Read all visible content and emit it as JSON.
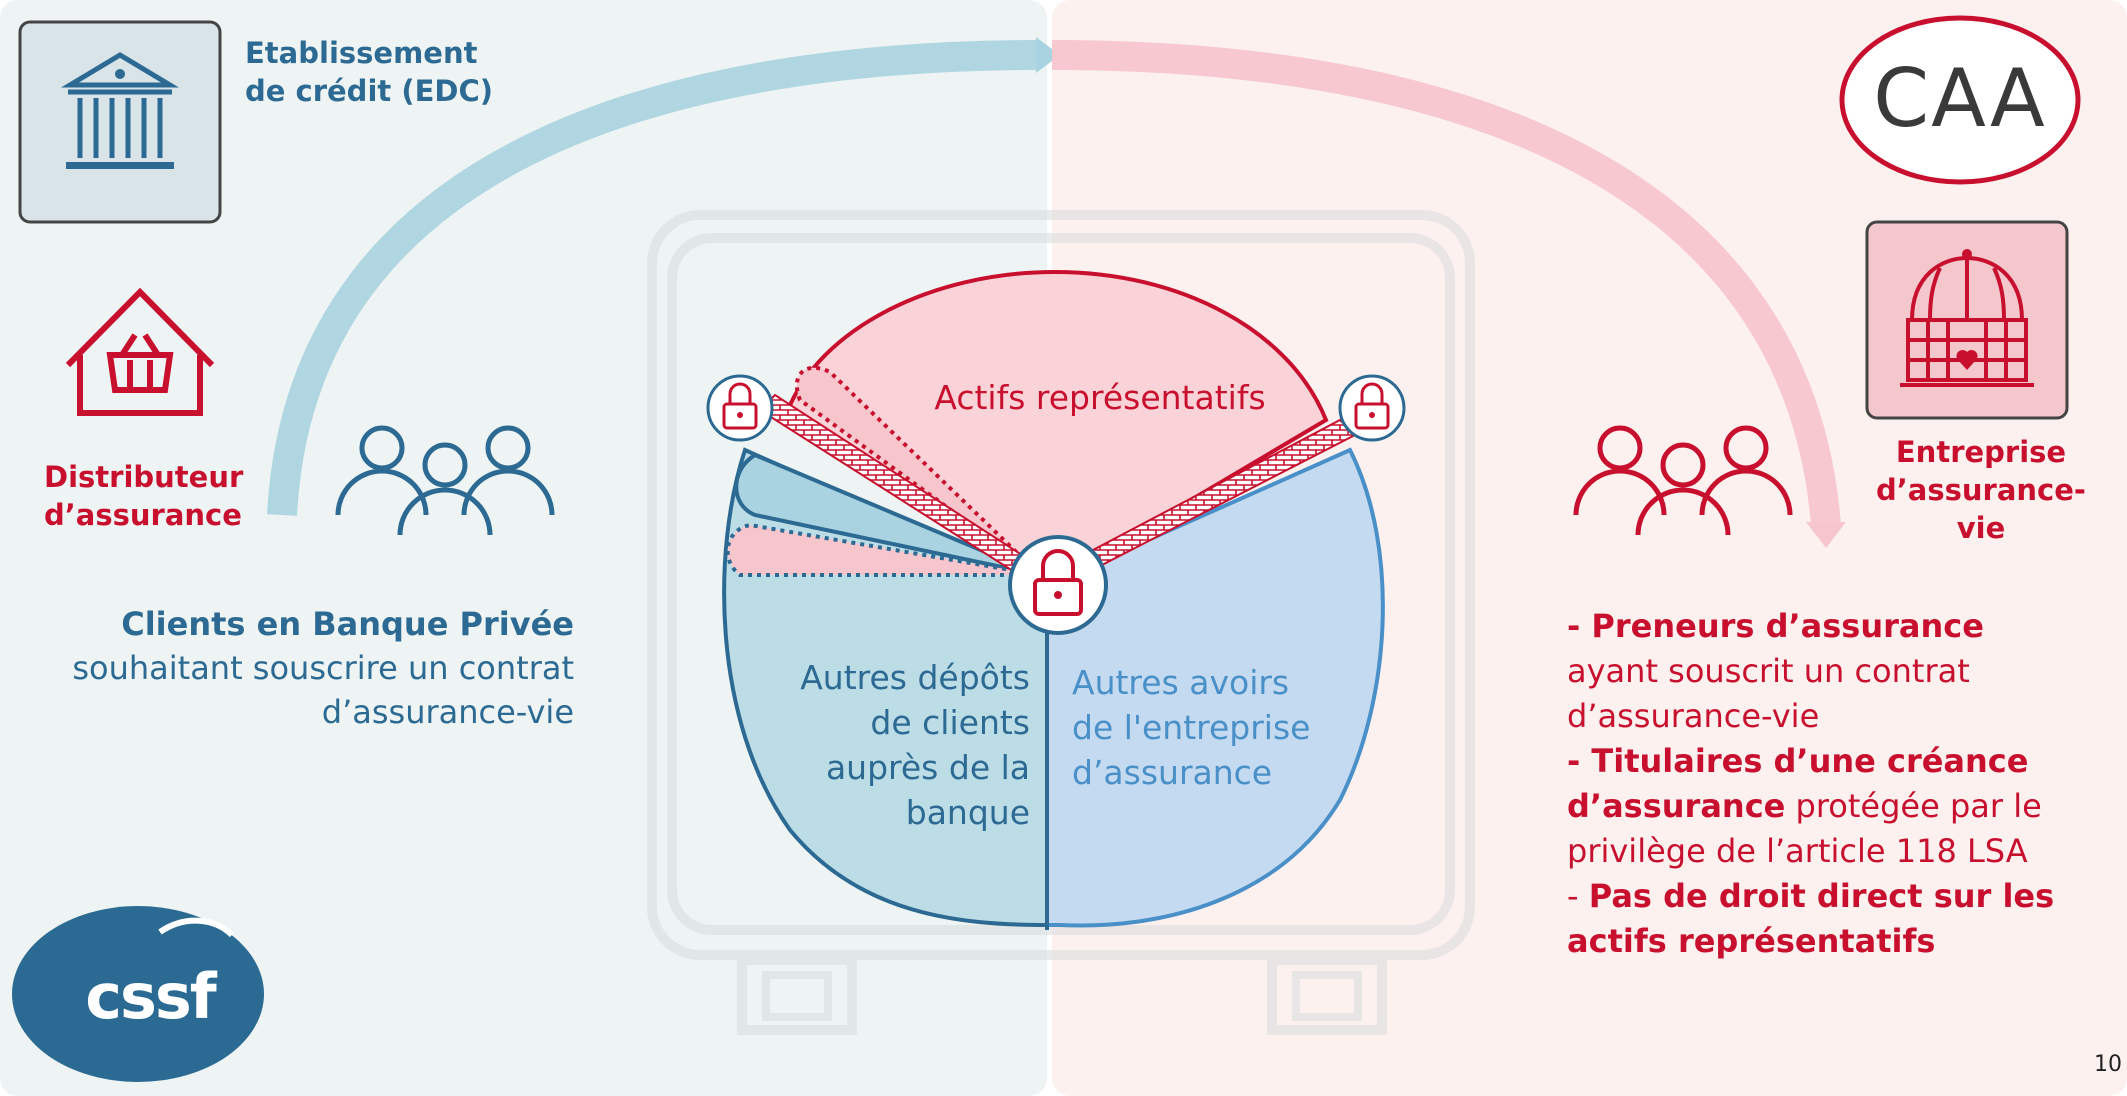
{
  "edc_label_line1": "Etablissement",
  "edc_label_line2": "de crédit (EDC)",
  "distributor_line1": "Distributeur",
  "distributor_line2": "d’assurance",
  "insurer_line1": "Entreprise",
  "insurer_line2": "d’assurance-vie",
  "clients_bold": "Clients en Banque Privée",
  "clients_line2": "souhaitant souscrire un contrat",
  "clients_line3": "d’assurance-vie",
  "pie": {
    "actifs": "Actifs représentatifs",
    "depots_1": "Autres dépôts",
    "depots_2": "de clients",
    "depots_3": "auprès de la",
    "depots_4": "banque",
    "avoirs_1": "Autres avoirs",
    "avoirs_2": "de l'entreprise",
    "avoirs_3": "d’assurance"
  },
  "rights": {
    "b1": "- Preneurs d’assurance",
    "t1a": "ayant souscrit un contrat",
    "t1b": "d’assurance-vie",
    "b2a": "- Titulaires d’une créance",
    "b2b": "d’assurance",
    "t2a": " protégée par le",
    "t2b": "privilège de l’article 118 LSA",
    "dash": "- ",
    "b3a": "Pas de droit direct sur les",
    "b3b": "actifs représentatifs"
  },
  "logos": {
    "cssf": "cssf",
    "caa": "CAA"
  },
  "page_number": "10",
  "icons": [
    "bank-icon",
    "shop-basket-icon",
    "people-group-icon",
    "lock-icon",
    "insurance-building-icon"
  ],
  "colors": {
    "blue": "#2c6a93",
    "red": "#c8102e",
    "light_blue": "#a9d3e0",
    "light_red": "#f7c5cc"
  }
}
